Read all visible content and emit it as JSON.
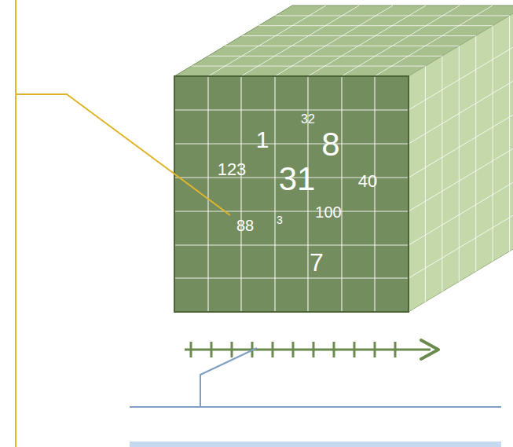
{
  "diagram": {
    "labels": [
      "32",
      "1",
      "8",
      "123",
      "31",
      "40",
      "88",
      "3",
      "100",
      "7"
    ]
  }
}
